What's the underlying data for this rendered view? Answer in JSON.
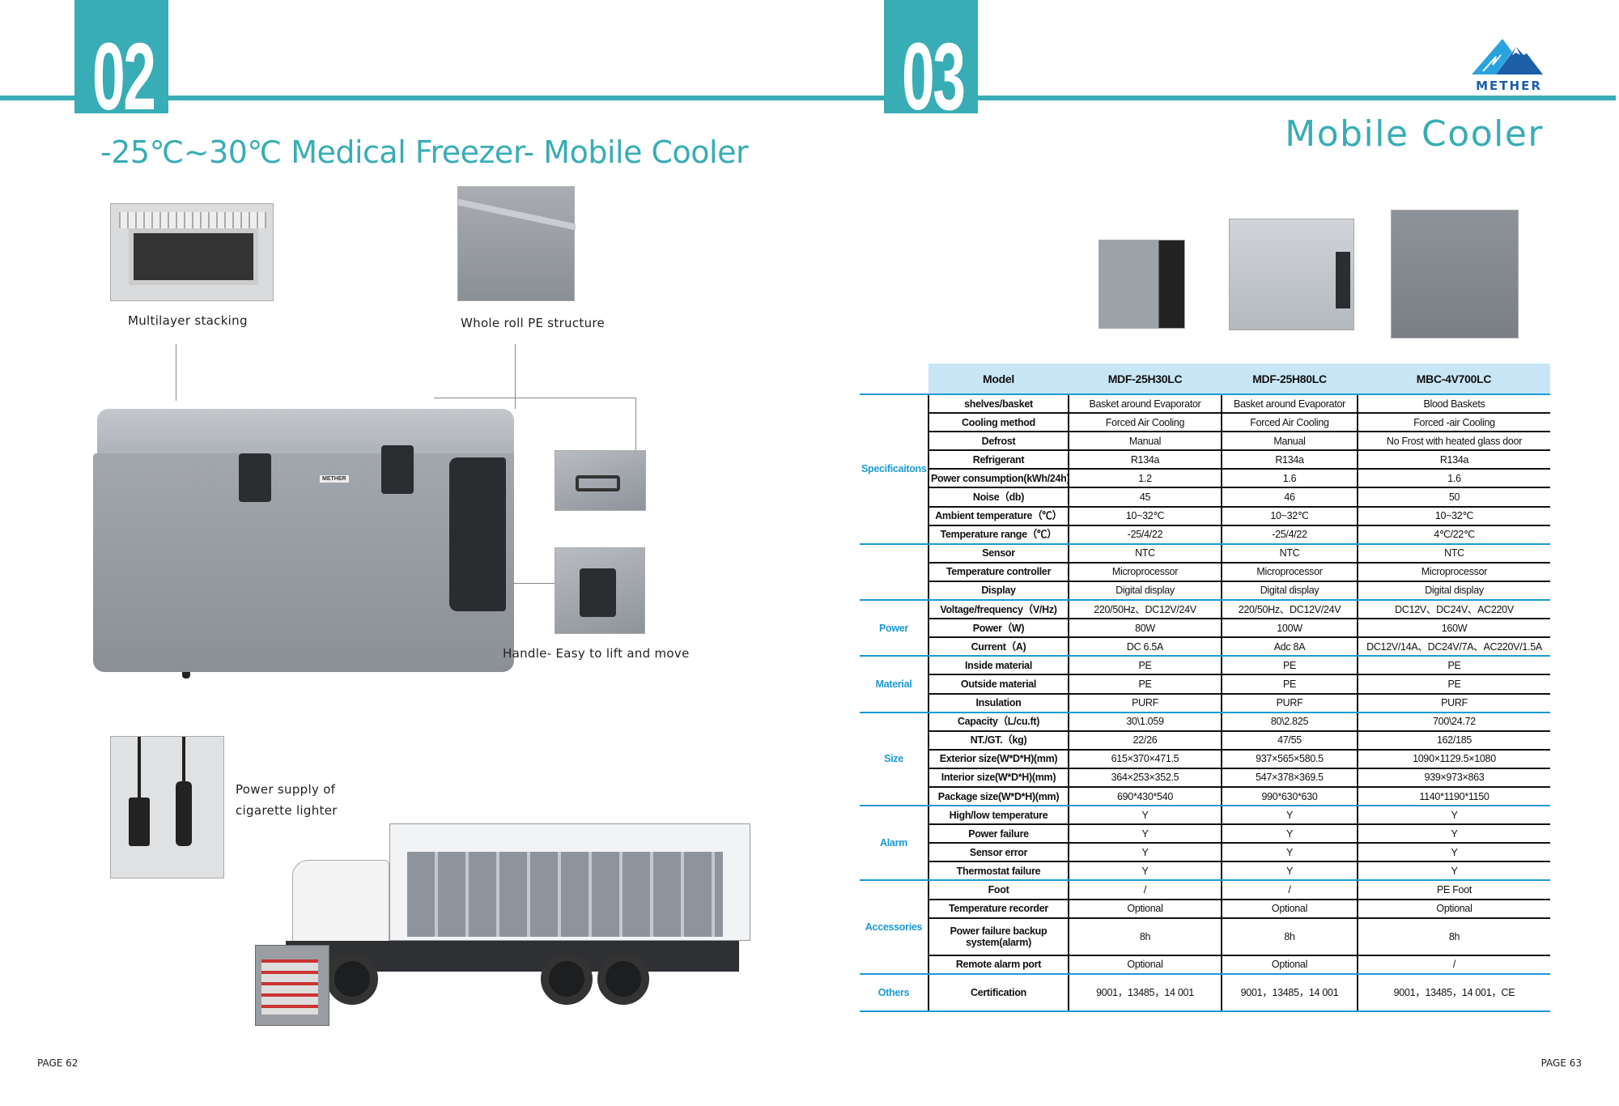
{
  "left_page": {
    "section_number": "02",
    "title": "-25℃~30℃ Medical Freezer-  Mobile Cooler",
    "captions": {
      "stacking": "Multilayer stacking",
      "pe": "Whole roll PE structure",
      "handle": "Handle- Easy to lift and move",
      "power_line1": "Power supply of",
      "power_line2": "cigarette lighter"
    },
    "cooler_badge": "METHER",
    "page": "PAGE  62"
  },
  "right_page": {
    "section_number": "03",
    "logo_text": "METHER",
    "title": "Mobile Cooler",
    "page": "PAGE  63"
  },
  "colors": {
    "teal": "#38adb5",
    "blue": "#1a9ad6",
    "header_bg": "#c8e6f6"
  },
  "table": {
    "header": [
      "Model",
      "MDF-25H30LC",
      "MDF-25H80LC",
      "MBC-4V700LC"
    ],
    "groups": [
      {
        "category": "Specificaitons",
        "rows": [
          [
            "shelves/basket",
            "Basket around Evaporator",
            "Basket around Evaporator",
            "Blood Baskets"
          ],
          [
            "Cooling method",
            "Forced Air Cooling",
            "Forced Air Cooling",
            "Forced -air Cooling"
          ],
          [
            "Defrost",
            "Manual",
            "Manual",
            "No Frost with heated glass door"
          ],
          [
            "Refrigerant",
            "R134a",
            "R134a",
            "R134a"
          ],
          [
            "Power consumption(kWh/24h)",
            "1.2",
            "1.6",
            "1.6"
          ],
          [
            "Noise（db)",
            "45",
            "46",
            "50"
          ],
          [
            "Ambient temperature（℃）",
            "10~32℃",
            "10~32℃",
            "10~32℃"
          ],
          [
            "Temperature range（℃）",
            "-25/4/22",
            "-25/4/22",
            "4℃/22℃"
          ]
        ]
      },
      {
        "category": "",
        "rows": [
          [
            "Sensor",
            "NTC",
            "NTC",
            "NTC"
          ],
          [
            "Temperature controller",
            "Microprocessor",
            "Microprocessor",
            "Microprocessor"
          ],
          [
            "Display",
            "Digital display",
            "Digital display",
            "Digital display"
          ]
        ]
      },
      {
        "category": "Power",
        "rows": [
          [
            "Voltage/frequency（V/Hz)",
            "220/50Hz、DC12V/24V",
            "220/50Hz、DC12V/24V",
            "DC12V、DC24V、AC220V"
          ],
          [
            "Power（W)",
            "80W",
            "100W",
            "160W"
          ],
          [
            "Current（A)",
            "DC 6.5A",
            "Adc 8A",
            "DC12V/14A、DC24V/7A、AC220V/1.5A"
          ]
        ]
      },
      {
        "category": "Material",
        "rows": [
          [
            "Inside material",
            "PE",
            "PE",
            "PE"
          ],
          [
            "Outside material",
            "PE",
            "PE",
            "PE"
          ],
          [
            "Insulation",
            "PURF",
            "PURF",
            "PURF"
          ]
        ]
      },
      {
        "category": "Size",
        "rows": [
          [
            "Capacity（L/cu.ft)",
            "30\\1.059",
            "80\\2.825",
            "700\\24.72"
          ],
          [
            "NT./GT.（kg)",
            "22/26",
            "47/55",
            "162/185"
          ],
          [
            "Exterior size(W*D*H)(mm)",
            "615×370×471.5",
            "937×565×580.5",
            "1090×1129.5×1080"
          ],
          [
            "Interior size(W*D*H)(mm)",
            "364×253×352.5",
            "547×378×369.5",
            "939×973×863"
          ],
          [
            "Package size(W*D*H)(mm)",
            "690*430*540",
            "990*630*630",
            "1140*1190*1150"
          ]
        ]
      },
      {
        "category": "Alarm",
        "rows": [
          [
            "High/low temperature",
            "Y",
            "Y",
            "Y"
          ],
          [
            "Power failure",
            "Y",
            "Y",
            "Y"
          ],
          [
            "Sensor error",
            "Y",
            "Y",
            "Y"
          ],
          [
            "Thermostat failure",
            "Y",
            "Y",
            "Y"
          ]
        ]
      },
      {
        "category": "Accessories",
        "rows": [
          [
            "Foot",
            "/",
            "/",
            "PE Foot"
          ],
          [
            "Temperature recorder",
            "Optional",
            "Optional",
            "Optional"
          ],
          [
            "Power failure backup system(alarm)",
            "8h",
            "8h",
            "8h"
          ],
          [
            "Remote alarm port",
            "Optional",
            "Optional",
            "/"
          ]
        ]
      },
      {
        "category": "Others",
        "rows": [
          [
            "Certification",
            "9001，13485，14 001",
            "9001，13485，14 001",
            "9001，13485，14 001，CE"
          ]
        ]
      }
    ]
  }
}
